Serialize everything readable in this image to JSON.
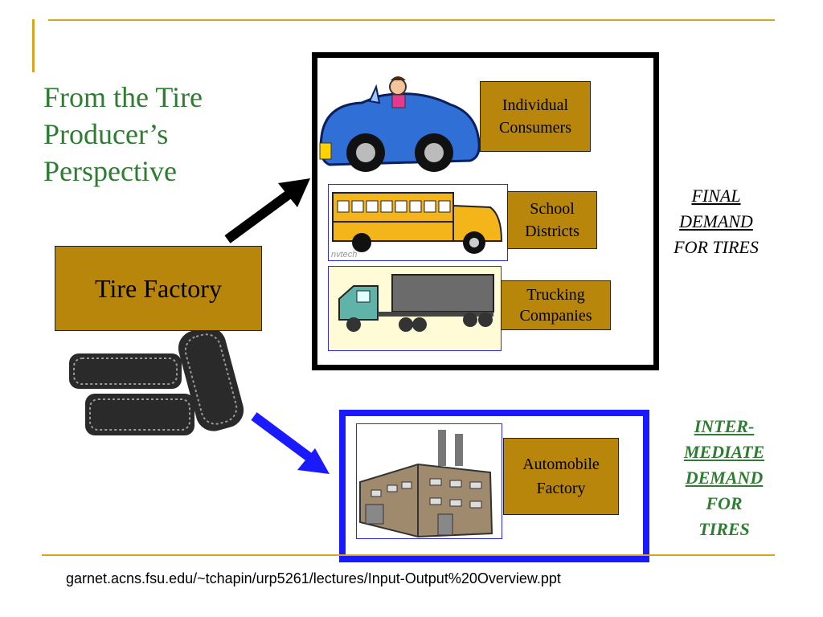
{
  "title": {
    "line1": "From the Tire",
    "line2": "Producer’s",
    "line3": "Perspective"
  },
  "factory_label": "Tire Factory",
  "final_demand": {
    "labels": {
      "individual": [
        "Individual",
        "Consumers"
      ],
      "school": [
        "School",
        "Districts"
      ],
      "trucking": [
        "Trucking",
        "Companies"
      ]
    },
    "bus_logo": "nvtech",
    "side_text": [
      "FINAL",
      "DEMAND",
      "FOR TIRES"
    ]
  },
  "intermediate_demand": {
    "label": [
      "Automobile",
      "Factory"
    ],
    "side_text": [
      "INTER-",
      "MEDIATE",
      "DEMAND",
      "FOR",
      "TIRES"
    ]
  },
  "footer": "garnet.acns.fsu.edu/~tchapin/urp5261/lectures/Input-Output%20Overview.ppt",
  "colors": {
    "accent_rule": "#d9a521",
    "label_fill": "#b8860b",
    "title_green": "#2e7d32",
    "intermediate_blue": "#1a1aff"
  },
  "icons": [
    "car-clipart",
    "school-bus-clipart",
    "truck-clipart",
    "factory-clipart",
    "tires-clipart",
    "black-arrow",
    "blue-arrow"
  ]
}
